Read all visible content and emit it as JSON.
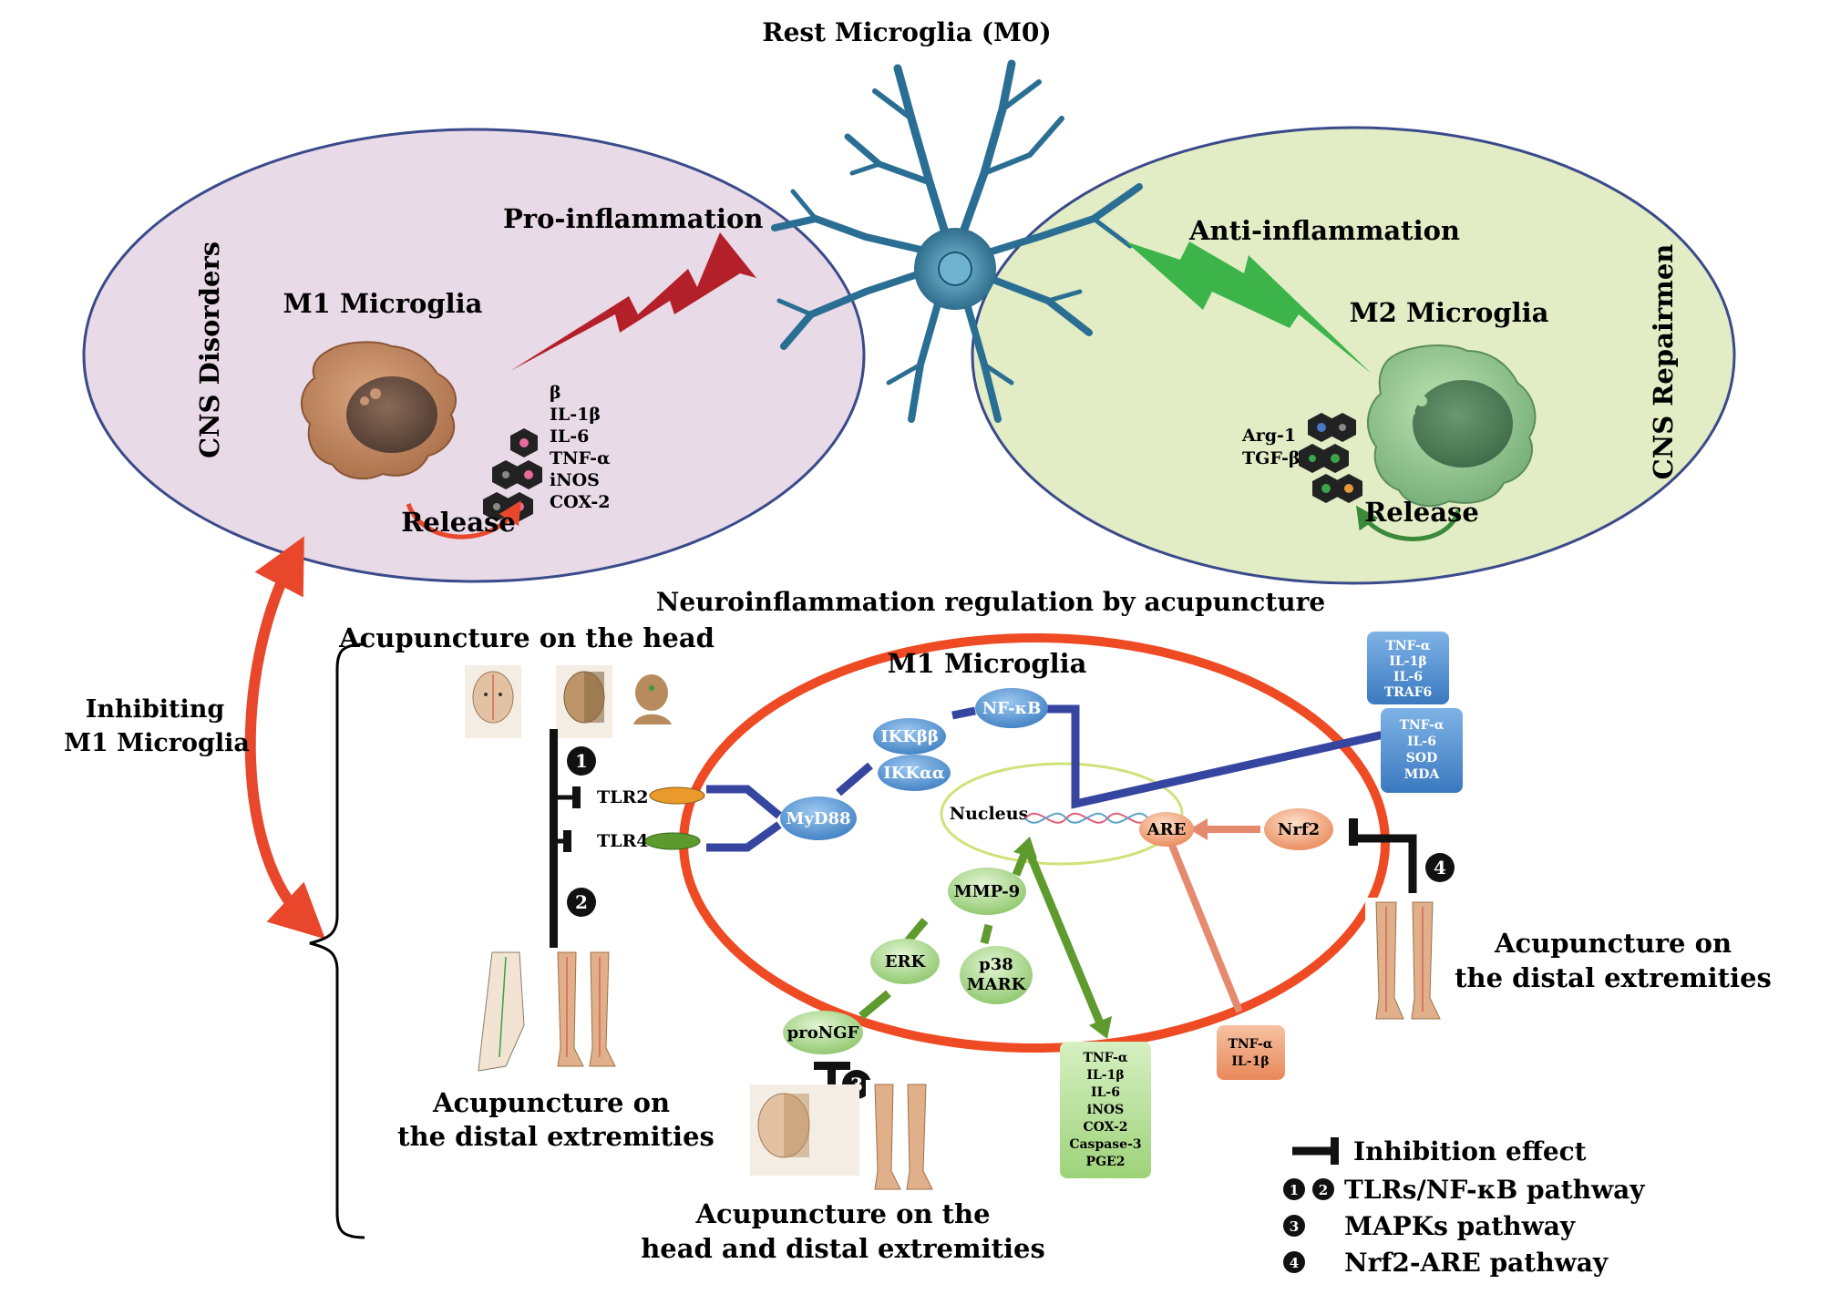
{
  "top": {
    "rest_title": "Rest Microglia (M0)",
    "left_side": "CNS Disorders",
    "right_side": "CNS Repairmen",
    "pro_label": "Pro-inflammation",
    "anti_label": "Anti-inflammation",
    "m1_title": "M1 Microglia",
    "m2_title": "M2 Microglia",
    "m1_release": "Release",
    "m2_release": "Release",
    "m1_factors": [
      "β",
      "IL-1β",
      "IL-6",
      "TNF-α",
      "iNOS",
      "COX-2"
    ],
    "m2_factors": [
      "Arg-1",
      "TGF-β"
    ]
  },
  "left": {
    "inhibit_line1": "Inhibiting",
    "inhibit_line2": "M1 Microglia"
  },
  "main": {
    "title": "Neuroinflammation regulation by acupuncture",
    "cell_title": "M1 Microglia",
    "acu_head": "Acupuncture on the head",
    "acu_distal_left_1": "Acupuncture on",
    "acu_distal_left_2": "the distal extremities",
    "acu_headdistal_1": "Acupuncture on the",
    "acu_headdistal_2": "head and distal extremities",
    "acu_distal_right_1": "Acupuncture on",
    "acu_distal_right_2": "the distal extremities",
    "num1": "1",
    "num2": "2",
    "num3": "3",
    "num4": "4"
  },
  "nodes": {
    "tlr2": "TLR2",
    "tlr4": "TLR4",
    "myd88": "MyD88",
    "ikkb": "IKKββ",
    "ikka": "IKKαα",
    "nfkb": "NF-κB",
    "nucleus": "Nucleus",
    "are": "ARE",
    "nrf2": "Nrf2",
    "mmp9": "MMP-9",
    "erk": "ERK",
    "p38_1": "p38",
    "p38_2": "MARK",
    "prongf": "proNGF"
  },
  "boxes": {
    "blue1": [
      "TNF-α",
      "IL-1β",
      "IL-6",
      "TRAF6"
    ],
    "blue2": [
      "TNF-α",
      "IL-6",
      "SOD",
      "MDA"
    ],
    "green": [
      "TNF-α",
      "IL-1β",
      "IL-6",
      "iNOS",
      "COX-2",
      "Caspase-3",
      "PGE2"
    ],
    "orange": [
      "TNF-α",
      "IL-1β"
    ]
  },
  "legend": {
    "inhibition": "Inhibition effect",
    "tlr_nums": "1 2",
    "tlr": "TLRs/NF-κB pathway",
    "mapk_num": "3",
    "mapk": "MAPKs pathway",
    "nrf2_num": "4",
    "nrf2": "Nrf2-ARE pathway"
  },
  "colors": {
    "m1_ellipse": "#e8dae6",
    "m2_ellipse": "#e2edc6",
    "ellipse_stroke": "#3a4a8a",
    "pro_bolt": "#b3202a",
    "anti_bolt": "#3cb44a",
    "cell_ring": "#ee4a23",
    "tlr_path": "#3646a0",
    "mapk_path": "#5e9a2e",
    "nrf2_path": "#e58a6e",
    "blue_node": "#4a8fd0",
    "green_node": "#9ed37a",
    "orange_node": "#f0a07a"
  },
  "icons": [
    "neuron-icon",
    "m1-cell-icon",
    "m2-cell-icon",
    "cytokine-hexagon-icon",
    "head-acupoint-icon",
    "leg-acupoint-icon",
    "arm-acupoint-icon",
    "dna-icon"
  ]
}
